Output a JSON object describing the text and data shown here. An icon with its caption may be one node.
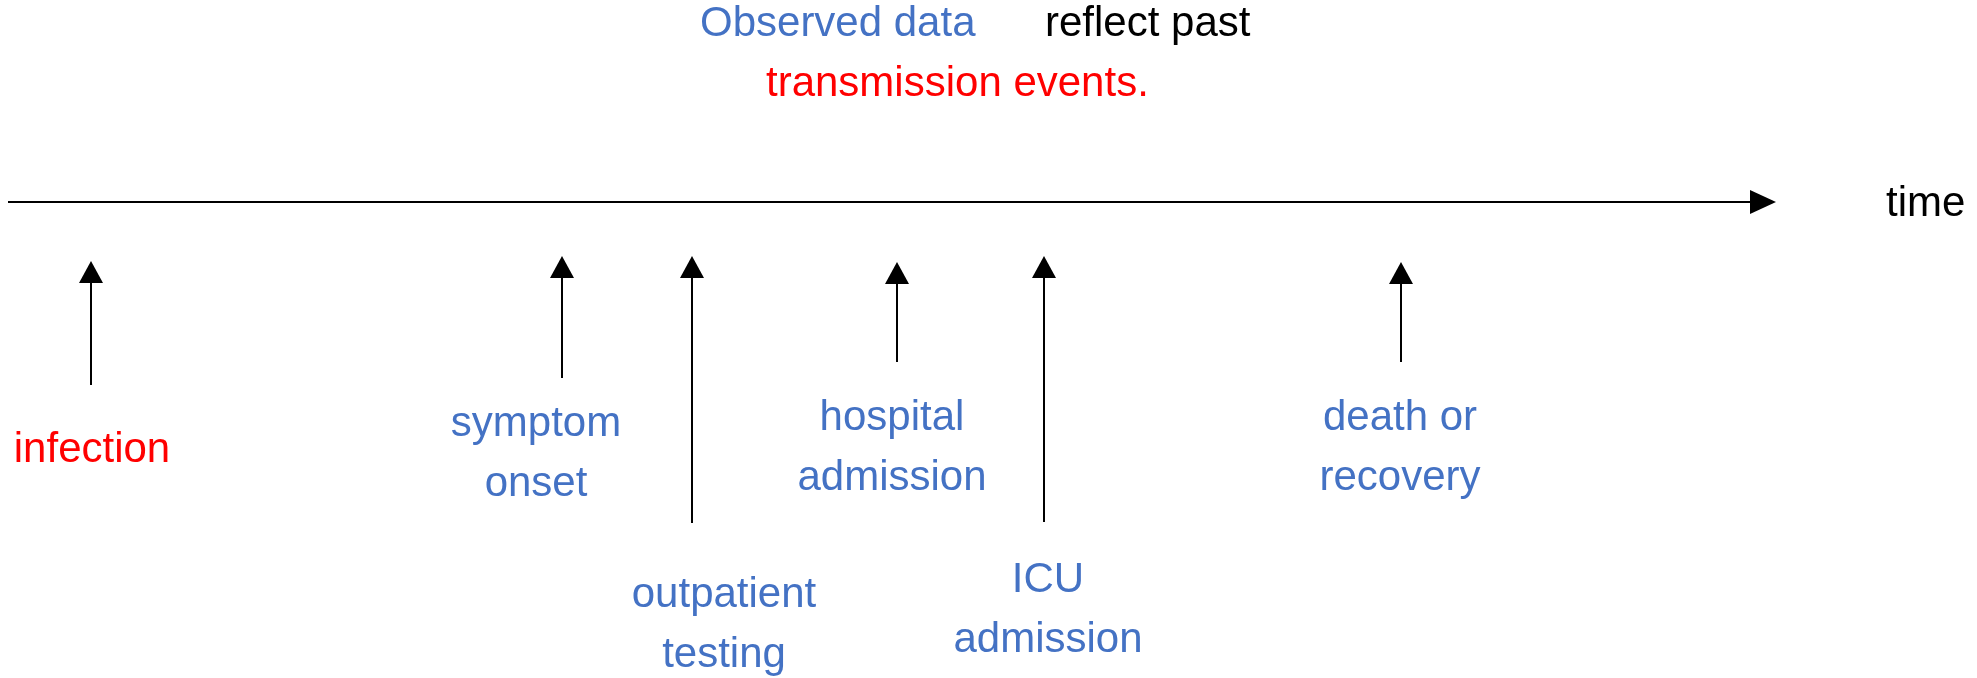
{
  "diagram": {
    "nodes": [
      {
        "text": [
          "infection"
        ]
      },
      {
        "text": [
          "symptom onset"
        ]
      },
      {
        "text": [
          "outpatient testing"
        ]
      },
      {
        "text": [
          "hospital admission"
        ]
      },
      {
        "text": [
          "ICU admission"
        ]
      },
      {
        "text": [
          "death or recovery"
        ]
      }
    ],
    "edges": [
      {
        "from": 0,
        "to": null,
        "arrow": "to"
      },
      {
        "from": 1,
        "to": null,
        "arrow": "to"
      },
      {
        "from": 2,
        "to": null,
        "arrow": "to"
      },
      {
        "from": 3,
        "to": null,
        "arrow": "to"
      },
      {
        "from": 4,
        "to": null,
        "arrow": "to"
      },
      {
        "from": 5,
        "to": null,
        "arrow": "to"
      }
    ],
    "labels": [
      "Observed data",
      "reflect past",
      "transmission events.",
      "time"
    ]
  }
}
